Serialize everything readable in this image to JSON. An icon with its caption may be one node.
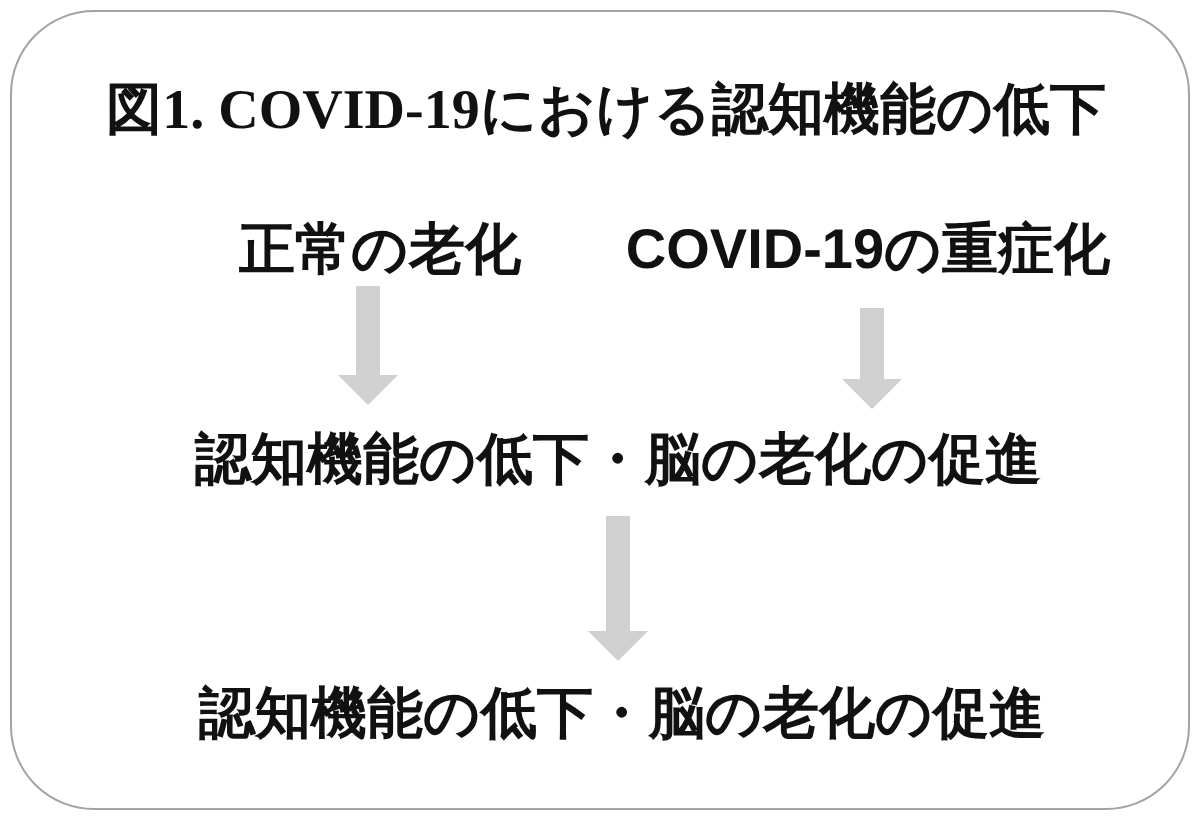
{
  "diagram": {
    "title": "図1. COVID-19における認知機能の低下",
    "nodes": [
      {
        "text": [
          "正常の老化"
        ]
      },
      {
        "text": [
          "COVID-19の重症化"
        ]
      },
      {
        "text": [
          "認知機能の低下・脳の老化の促進"
        ]
      },
      {
        "text": [
          "認知機能の低下・脳の老化の促進"
        ]
      }
    ],
    "edges": [
      {
        "from": 0,
        "to": 2,
        "arrow": "to"
      },
      {
        "from": 1,
        "to": 2,
        "arrow": "to"
      },
      {
        "from": 2,
        "to": 3,
        "arrow": "to"
      }
    ]
  }
}
